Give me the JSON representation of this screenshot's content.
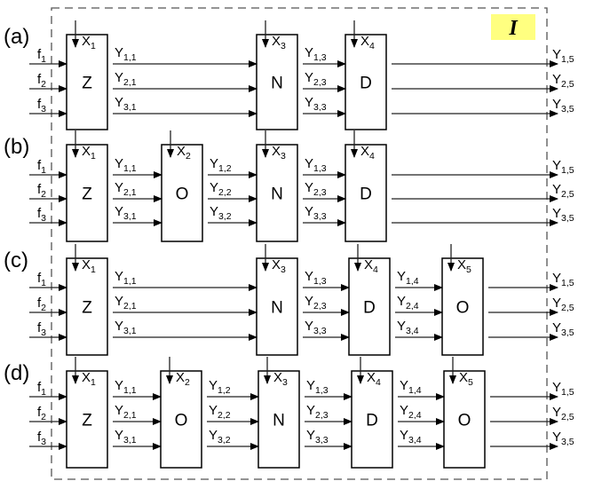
{
  "badge": {
    "text": "I",
    "color": "#ffff80"
  },
  "rows": [
    {
      "label": "(a)",
      "inputs": [
        {
          "m": "f",
          "s": "1"
        },
        {
          "m": "f",
          "s": "2"
        },
        {
          "m": "f",
          "s": "3"
        }
      ],
      "blocks": [
        {
          "letter": "Z",
          "x": {
            "m": "X",
            "s": "1"
          }
        },
        {
          "letter": "N",
          "x": {
            "m": "X",
            "s": "3"
          }
        },
        {
          "letter": "D",
          "x": {
            "m": "X",
            "s": "4"
          }
        }
      ],
      "links": [
        [
          {
            "m": "Y",
            "s": "1,1"
          },
          {
            "m": "Y",
            "s": "2,1"
          },
          {
            "m": "Y",
            "s": "3,1"
          }
        ],
        [
          {
            "m": "Y",
            "s": "1,3"
          },
          {
            "m": "Y",
            "s": "2,3"
          },
          {
            "m": "Y",
            "s": "3,3"
          }
        ]
      ],
      "outputs": [
        {
          "m": "Y",
          "s": "1,5"
        },
        {
          "m": "Y",
          "s": "2,5"
        },
        {
          "m": "Y",
          "s": "3,5"
        }
      ]
    },
    {
      "label": "(b)",
      "inputs": [
        {
          "m": "f",
          "s": "1"
        },
        {
          "m": "f",
          "s": "2"
        },
        {
          "m": "f",
          "s": "3"
        }
      ],
      "blocks": [
        {
          "letter": "Z",
          "x": {
            "m": "X",
            "s": "1"
          }
        },
        {
          "letter": "O",
          "x": {
            "m": "X",
            "s": "2"
          }
        },
        {
          "letter": "N",
          "x": {
            "m": "X",
            "s": "3"
          }
        },
        {
          "letter": "D",
          "x": {
            "m": "X",
            "s": "4"
          }
        }
      ],
      "links": [
        [
          {
            "m": "Y",
            "s": "1,1"
          },
          {
            "m": "Y",
            "s": "2,1"
          },
          {
            "m": "Y",
            "s": "3,1"
          }
        ],
        [
          {
            "m": "Y",
            "s": "1,2"
          },
          {
            "m": "Y",
            "s": "2,2"
          },
          {
            "m": "Y",
            "s": "3,2"
          }
        ],
        [
          {
            "m": "Y",
            "s": "1,3"
          },
          {
            "m": "Y",
            "s": "2,3"
          },
          {
            "m": "Y",
            "s": "3,3"
          }
        ]
      ],
      "outputs": [
        {
          "m": "Y",
          "s": "1,5"
        },
        {
          "m": "Y",
          "s": "2,5"
        },
        {
          "m": "Y",
          "s": "3,5"
        }
      ]
    },
    {
      "label": "(c)",
      "inputs": [
        {
          "m": "f",
          "s": "1"
        },
        {
          "m": "f",
          "s": "2"
        },
        {
          "m": "f",
          "s": "3"
        }
      ],
      "blocks": [
        {
          "letter": "Z",
          "x": {
            "m": "X",
            "s": "1"
          }
        },
        {
          "letter": "N",
          "x": {
            "m": "X",
            "s": "3"
          }
        },
        {
          "letter": "D",
          "x": {
            "m": "X",
            "s": "4"
          }
        },
        {
          "letter": "O",
          "x": {
            "m": "X",
            "s": "5"
          }
        }
      ],
      "links": [
        [
          {
            "m": "Y",
            "s": "1,1"
          },
          {
            "m": "Y",
            "s": "2,1"
          },
          {
            "m": "Y",
            "s": "3,1"
          }
        ],
        [
          {
            "m": "Y",
            "s": "1,3"
          },
          {
            "m": "Y",
            "s": "2,3"
          },
          {
            "m": "Y",
            "s": "3,3"
          }
        ],
        [
          {
            "m": "Y",
            "s": "1,4"
          },
          {
            "m": "Y",
            "s": "2,4"
          },
          {
            "m": "Y",
            "s": "3,4"
          }
        ]
      ],
      "outputs": [
        {
          "m": "Y",
          "s": "1,5"
        },
        {
          "m": "Y",
          "s": "2,5"
        },
        {
          "m": "Y",
          "s": "3,5"
        }
      ]
    },
    {
      "label": "(d)",
      "inputs": [
        {
          "m": "f",
          "s": "1"
        },
        {
          "m": "f",
          "s": "2"
        },
        {
          "m": "f",
          "s": "3"
        }
      ],
      "blocks": [
        {
          "letter": "Z",
          "x": {
            "m": "X",
            "s": "1"
          }
        },
        {
          "letter": "O",
          "x": {
            "m": "X",
            "s": "2"
          }
        },
        {
          "letter": "N",
          "x": {
            "m": "X",
            "s": "3"
          }
        },
        {
          "letter": "D",
          "x": {
            "m": "X",
            "s": "4"
          }
        },
        {
          "letter": "O",
          "x": {
            "m": "X",
            "s": "5"
          }
        }
      ],
      "links": [
        [
          {
            "m": "Y",
            "s": "1,1"
          },
          {
            "m": "Y",
            "s": "2,1"
          },
          {
            "m": "Y",
            "s": "3,1"
          }
        ],
        [
          {
            "m": "Y",
            "s": "1,2"
          },
          {
            "m": "Y",
            "s": "2,2"
          },
          {
            "m": "Y",
            "s": "3,2"
          }
        ],
        [
          {
            "m": "Y",
            "s": "1,3"
          },
          {
            "m": "Y",
            "s": "2,3"
          },
          {
            "m": "Y",
            "s": "3,3"
          }
        ],
        [
          {
            "m": "Y",
            "s": "1,4"
          },
          {
            "m": "Y",
            "s": "2,4"
          },
          {
            "m": "Y",
            "s": "3,4"
          }
        ]
      ],
      "outputs": [
        {
          "m": "Y",
          "s": "1,5"
        },
        {
          "m": "Y",
          "s": "2,5"
        },
        {
          "m": "Y",
          "s": "3,5"
        }
      ]
    }
  ]
}
